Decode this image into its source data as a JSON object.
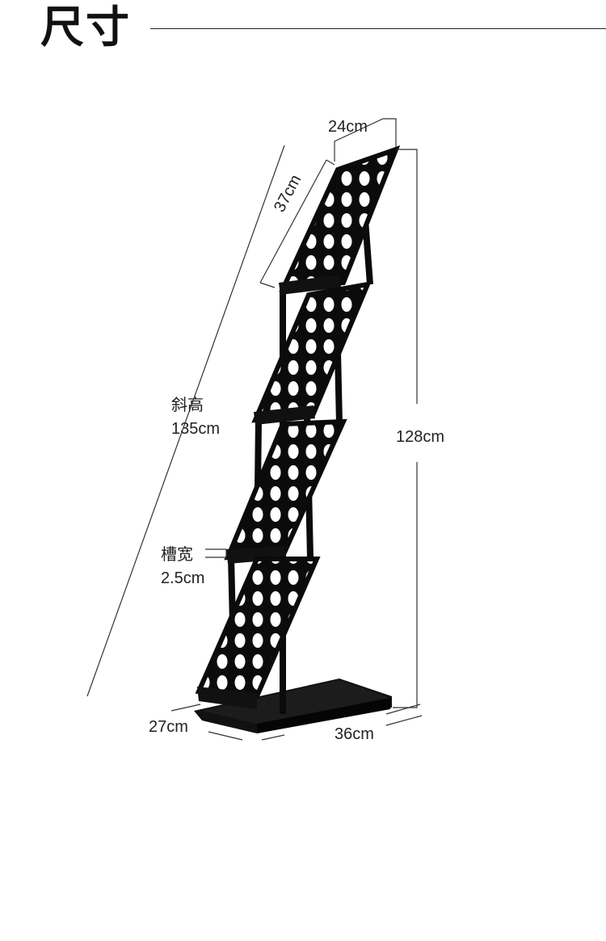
{
  "header": {
    "title": "尺寸"
  },
  "dimensions": {
    "top_depth": "24cm",
    "shelf_length": "37cm",
    "slant_height_label": "斜高",
    "slant_height_value": "135cm",
    "total_height": "128cm",
    "slot_width_label": "槽宽",
    "slot_width_value": "2.5cm",
    "base_depth": "27cm",
    "base_width": "36cm"
  },
  "colors": {
    "rack": "#0b0b0b",
    "dimension_line": "#333333"
  }
}
